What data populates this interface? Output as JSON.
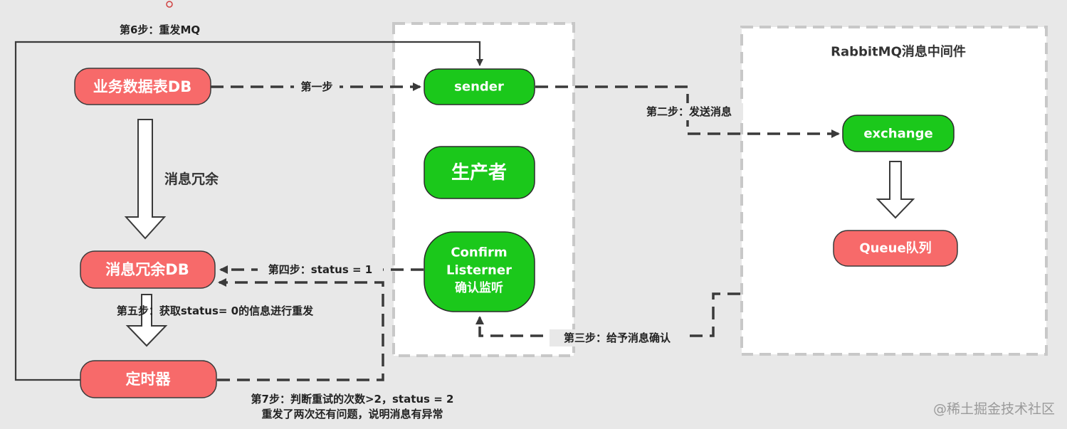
{
  "nodes": {
    "business_db": "业务数据表DB",
    "redundant_db": "消息冗余DB",
    "timer": "定时器",
    "sender": "sender",
    "producer": "生产者",
    "confirm_line1": "Confirm",
    "confirm_line2": "Listerner",
    "confirm_line3": "确认监听",
    "exchange": "exchange",
    "queue": "Queue队列"
  },
  "panels": {
    "rabbitmq_title": "RabbitMQ消息中间件"
  },
  "labels": {
    "step1": "第一步",
    "step2": "第二步：发送消息",
    "step3": "第三步：给予消息确认",
    "step4": "第四步：status = 1",
    "step5": "第五步：获取status= 0的信息进行重发",
    "step6": "第6步：重发MQ",
    "step7_line1": "第7步：判断重试的次数>2，status = 2",
    "step7_line2": "重发了两次还有问题，说明消息有异常",
    "redundancy": "消息冗余"
  },
  "watermark": "@稀土掘金技术社区",
  "colors": {
    "red_node": "#f76a6a",
    "green_node": "#1bc81b",
    "background": "#e8e8e8",
    "panel": "#ffffff"
  }
}
